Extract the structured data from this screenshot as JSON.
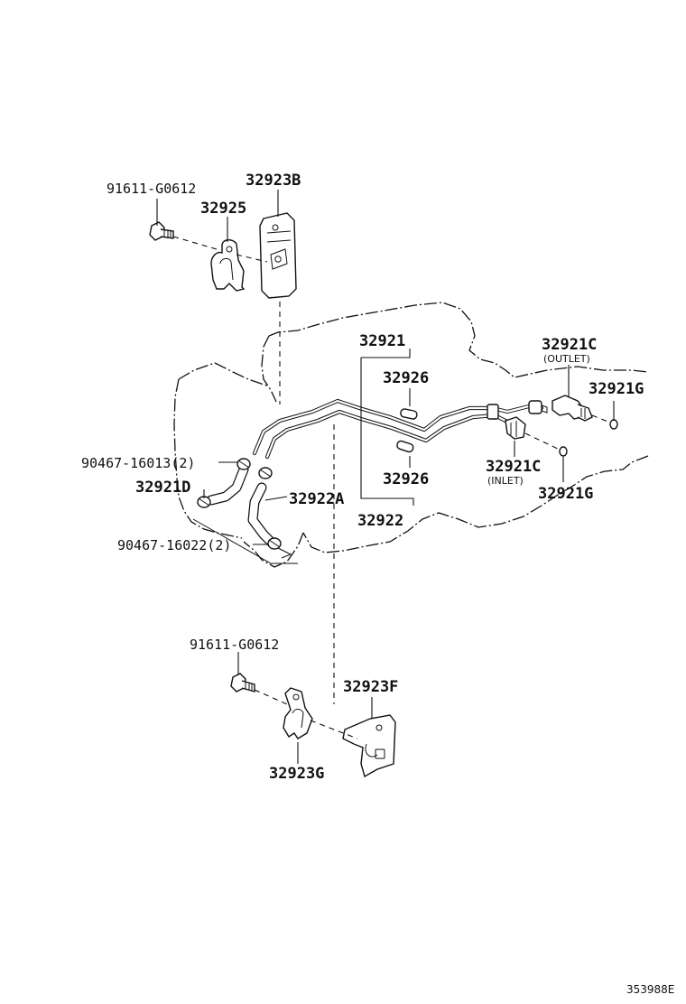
{
  "labels": {
    "bolt_top": "91611-G0612",
    "bracket_top": "32923B",
    "clamp_top": "32925",
    "tube_assy": "32921",
    "grommet_upper": "32926",
    "outlet_union": "32921C",
    "outlet_note": "(OUTLET)",
    "gasket_outlet": "32921G",
    "hose_clip_upper": "90467-16013(2)",
    "hose_upper": "32921D",
    "hose_lower": "32922A",
    "grommet_lower": "32926",
    "tube_lower": "32922",
    "inlet_union": "32921C",
    "inlet_note": "(INLET)",
    "gasket_inlet": "32921G",
    "hose_clip_lower": "90467-16022(2)",
    "bolt_bottom": "91611-G0612",
    "bracket_bottom": "32923F",
    "clamp_bottom": "32923G"
  },
  "reference": "353988E"
}
